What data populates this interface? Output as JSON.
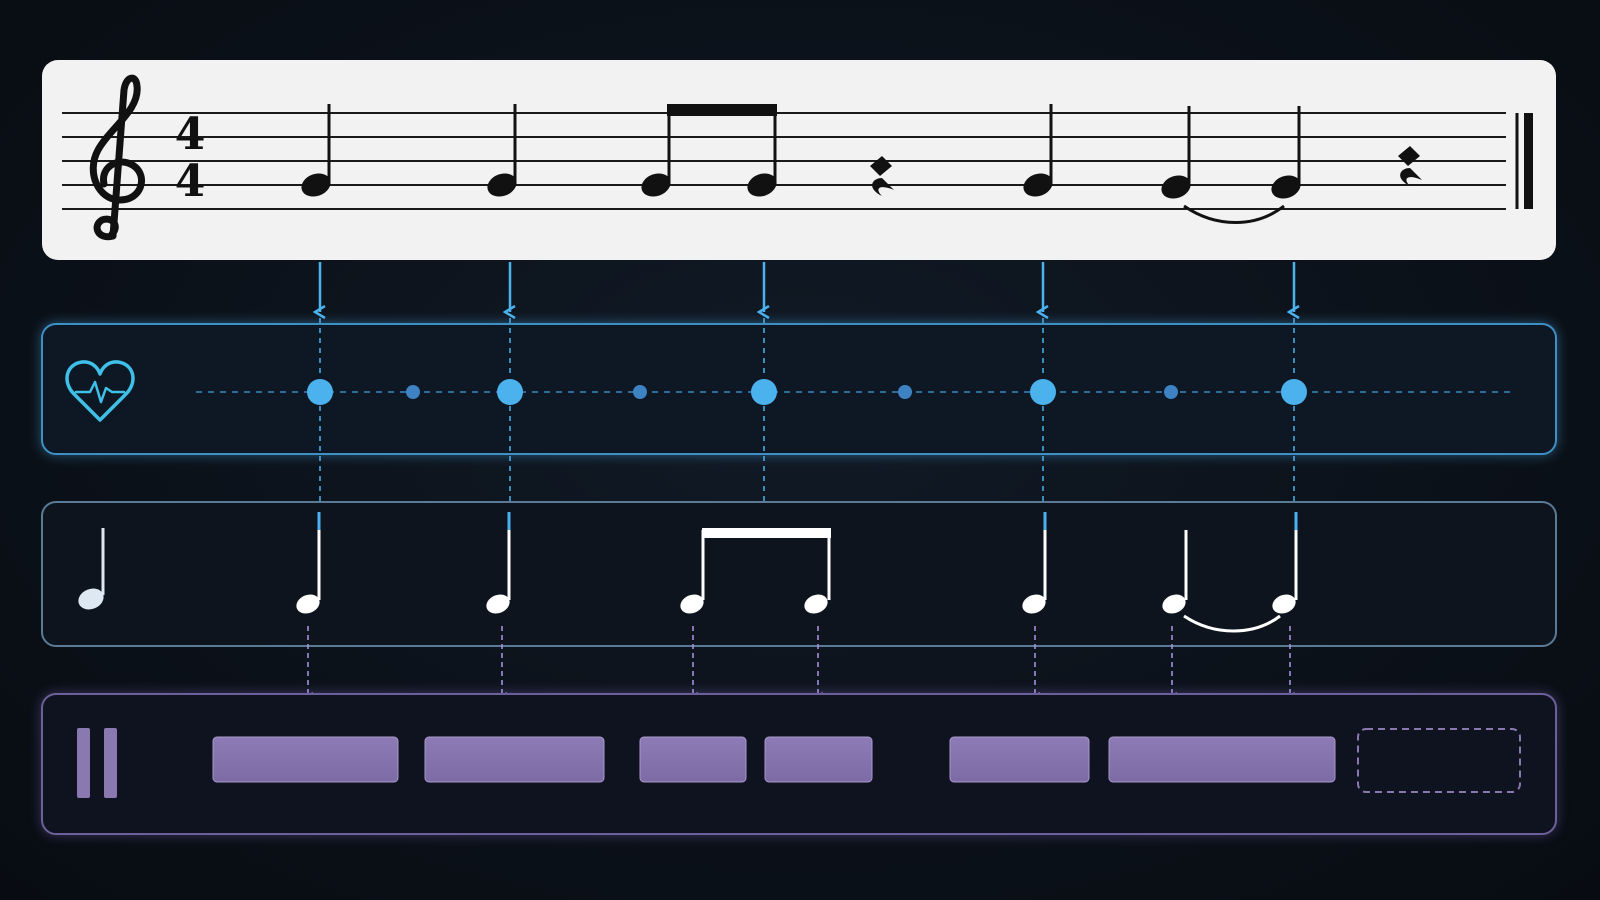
{
  "score": {
    "time_signature": {
      "top": "4",
      "bottom": "4"
    }
  },
  "icons": {
    "clef": "treble-clef-icon",
    "beat_lane": "heartbeat-icon",
    "rhythm_lane": "quarter-note-icon",
    "block_lane": "pause-icon"
  },
  "colors": {
    "background": "#0b1119",
    "staff_panel": "#f2f2f2",
    "beat_accent": "#4cb2ee",
    "beat_minor": "#3f82c4",
    "rhythm_note": "#ffffff",
    "block_accent": "#8a78b0",
    "block_border": "#6d5f9a"
  },
  "sequence": [
    {
      "kind": "note",
      "value": "quarter",
      "beat": 1
    },
    {
      "kind": "note",
      "value": "quarter",
      "beat": 2
    },
    {
      "kind": "note",
      "value": "eighth",
      "beat": 3,
      "beamed": true
    },
    {
      "kind": "note",
      "value": "eighth",
      "beat": 3.5,
      "beamed": true
    },
    {
      "kind": "rest",
      "value": "quarter",
      "beat": 4
    },
    {
      "kind": "note",
      "value": "quarter",
      "beat": 1
    },
    {
      "kind": "note",
      "value": "quarter",
      "beat": 2,
      "tied": true
    },
    {
      "kind": "note",
      "value": "quarter",
      "beat": 3,
      "tied": true
    },
    {
      "kind": "rest",
      "value": "quarter",
      "beat": 4
    }
  ],
  "beat_grid": {
    "main_beats": 5,
    "sub_beats": 4
  },
  "duration_blocks": [
    {
      "state": "filled"
    },
    {
      "state": "filled"
    },
    {
      "state": "filled"
    },
    {
      "state": "filled"
    },
    {
      "state": "filled"
    },
    {
      "state": "filled"
    },
    {
      "state": "empty"
    }
  ]
}
